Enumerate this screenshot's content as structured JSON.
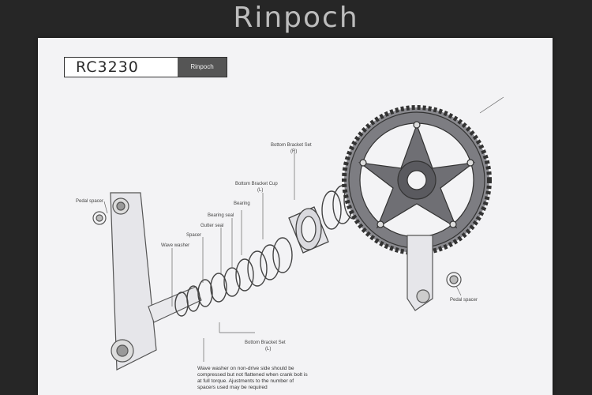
{
  "brand": {
    "name": "Rinpoch"
  },
  "sheet": {
    "model": "RC3230",
    "brand_tag": "Rinpoch"
  },
  "labels": {
    "bb_set_r": "Bottom Bracket Set",
    "bb_set_r_side": "(R)",
    "bb_cup_l": "Bottom Bracket Cup",
    "bb_cup_l_side": "(L)",
    "bearing": "Bearing",
    "bearing_seal": "Bearing seal",
    "gutter_seal": "Gutter seal",
    "spacer": "Spacer",
    "wave_washer": "Wave washer",
    "pedal_spacer_left": "Pedal spacer",
    "pedal_spacer_right": "Pedal spacer",
    "bb_set_l": "Bottom Bracket Set",
    "bb_set_l_side": "(L)"
  },
  "note": "Wave washer on non-drive side should be compressed but not flattened when crank bolt is at full torque. Ajustments to the number of spacers used may be required"
}
